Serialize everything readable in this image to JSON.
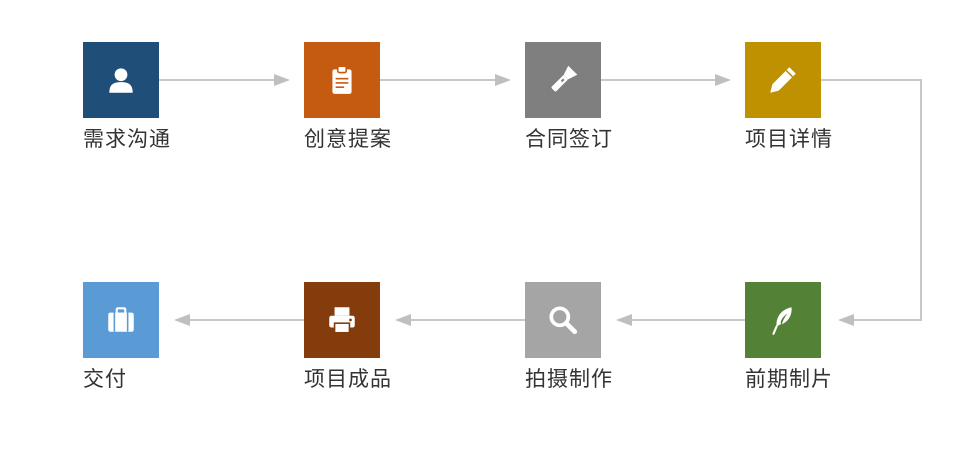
{
  "steps": [
    {
      "label": "需求沟通",
      "icon": "user-icon",
      "color": "#1f4e79"
    },
    {
      "label": "创意提案",
      "icon": "clipboard-icon",
      "color": "#c55a11"
    },
    {
      "label": "合同签订",
      "icon": "flashlight-icon",
      "color": "#7f7f7f"
    },
    {
      "label": "项目详情",
      "icon": "pencil-icon",
      "color": "#bf9000"
    },
    {
      "label": "前期制片",
      "icon": "feather-icon",
      "color": "#538135"
    },
    {
      "label": "拍摄制作",
      "icon": "search-icon",
      "color": "#a5a5a5"
    },
    {
      "label": "项目成品",
      "icon": "printer-icon",
      "color": "#843c0c"
    },
    {
      "label": "交付",
      "icon": "briefcase-icon",
      "color": "#5b9bd5"
    }
  ],
  "connector_color": "#bfbfbf"
}
